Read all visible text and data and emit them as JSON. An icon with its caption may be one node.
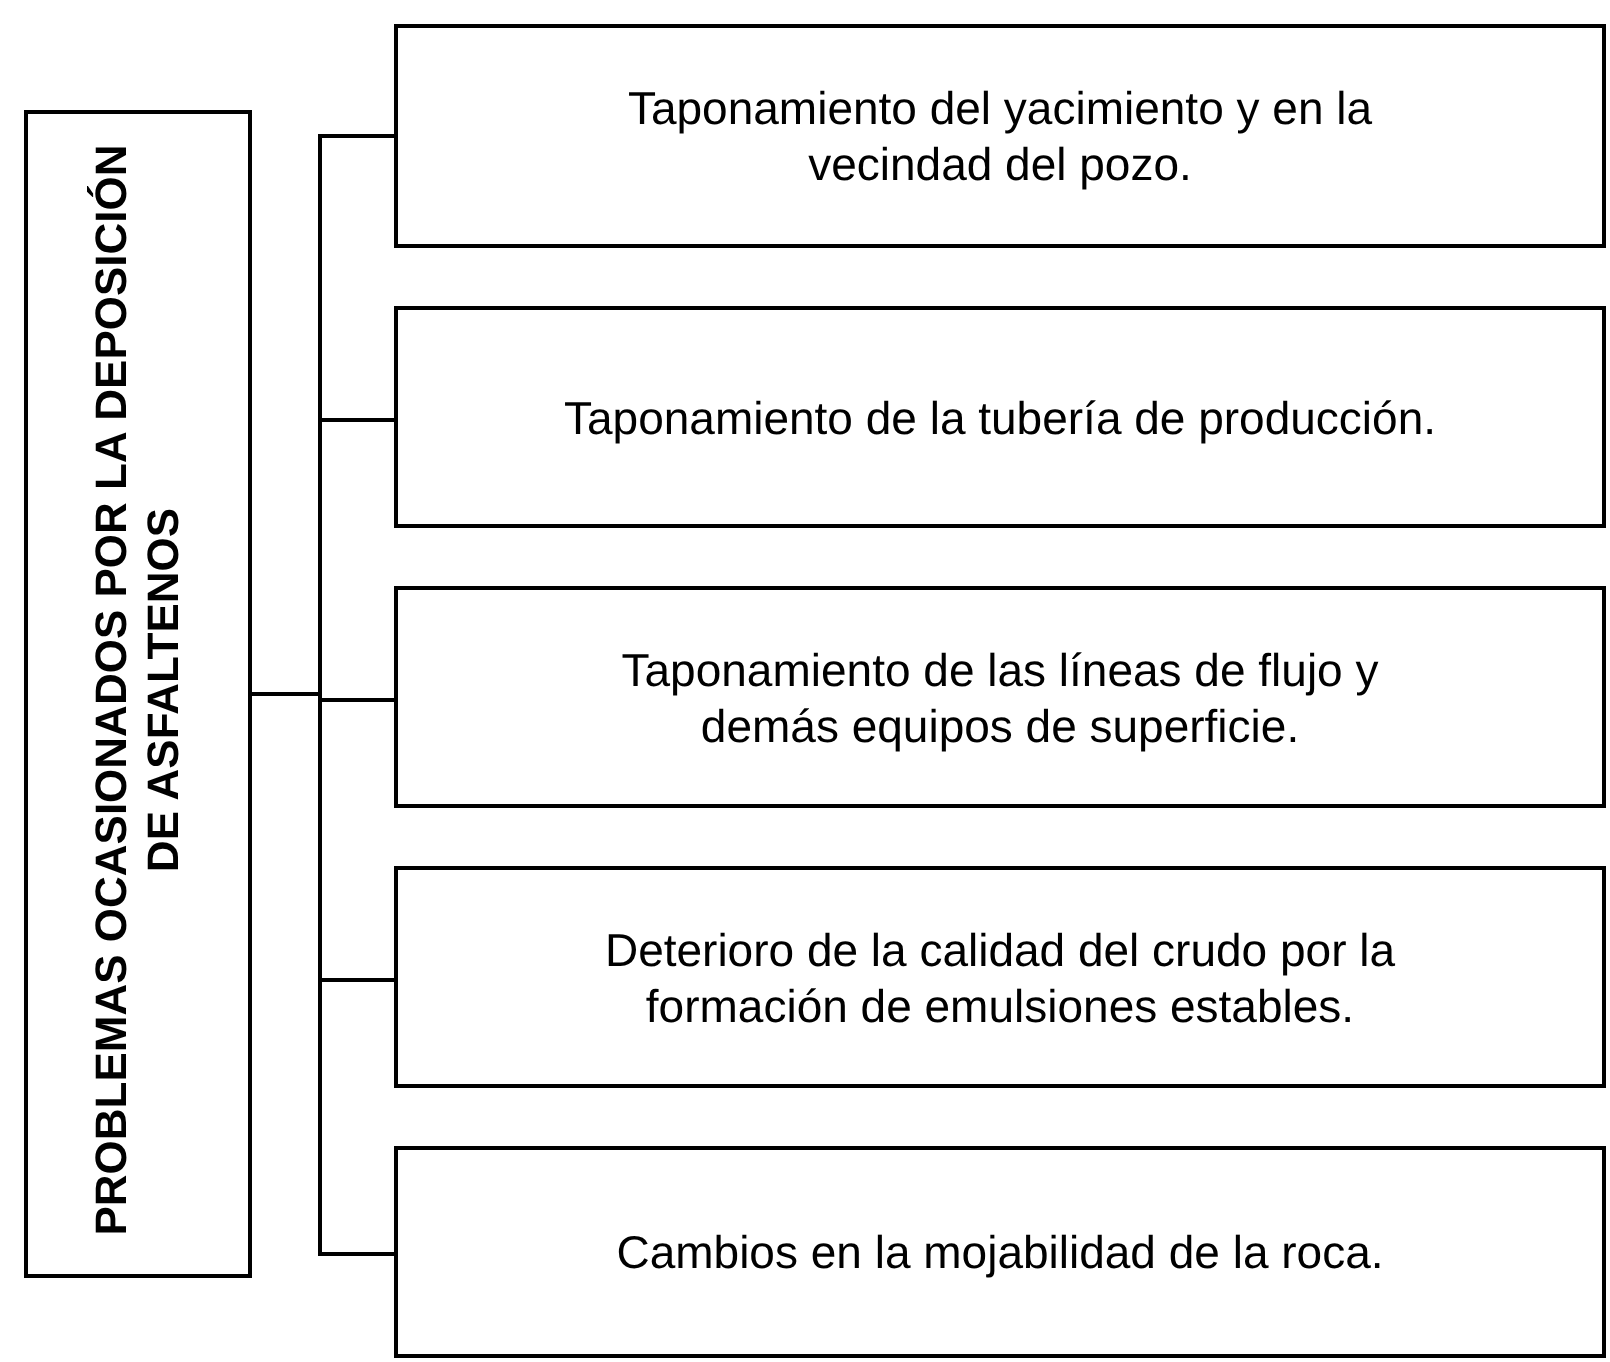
{
  "diagram": {
    "nodes": [
      {
        "text": [
          "PROBLEMAS OCASIONADOS POR LA DEPOSICIÓN DE ASFALTENOS"
        ]
      },
      {
        "text": [
          "Taponamiento del yacimiento y en la vecindad del pozo."
        ]
      },
      {
        "text": [
          "Taponamiento de la tubería de producción."
        ]
      },
      {
        "text": [
          "Taponamiento de las líneas de flujo y demás equipos de superficie."
        ]
      },
      {
        "text": [
          "Deterioro de la calidad del crudo por la formación de emulsiones estables."
        ]
      },
      {
        "text": [
          "Cambios en la mojabilidad de la roca."
        ]
      }
    ],
    "edges": [
      {
        "from": 0,
        "to": 1,
        "arrow": "none"
      },
      {
        "from": 0,
        "to": 2,
        "arrow": "none"
      },
      {
        "from": 0,
        "to": 3,
        "arrow": "none"
      },
      {
        "from": 0,
        "to": 4,
        "arrow": "none"
      },
      {
        "from": 0,
        "to": 5,
        "arrow": "none"
      }
    ]
  }
}
